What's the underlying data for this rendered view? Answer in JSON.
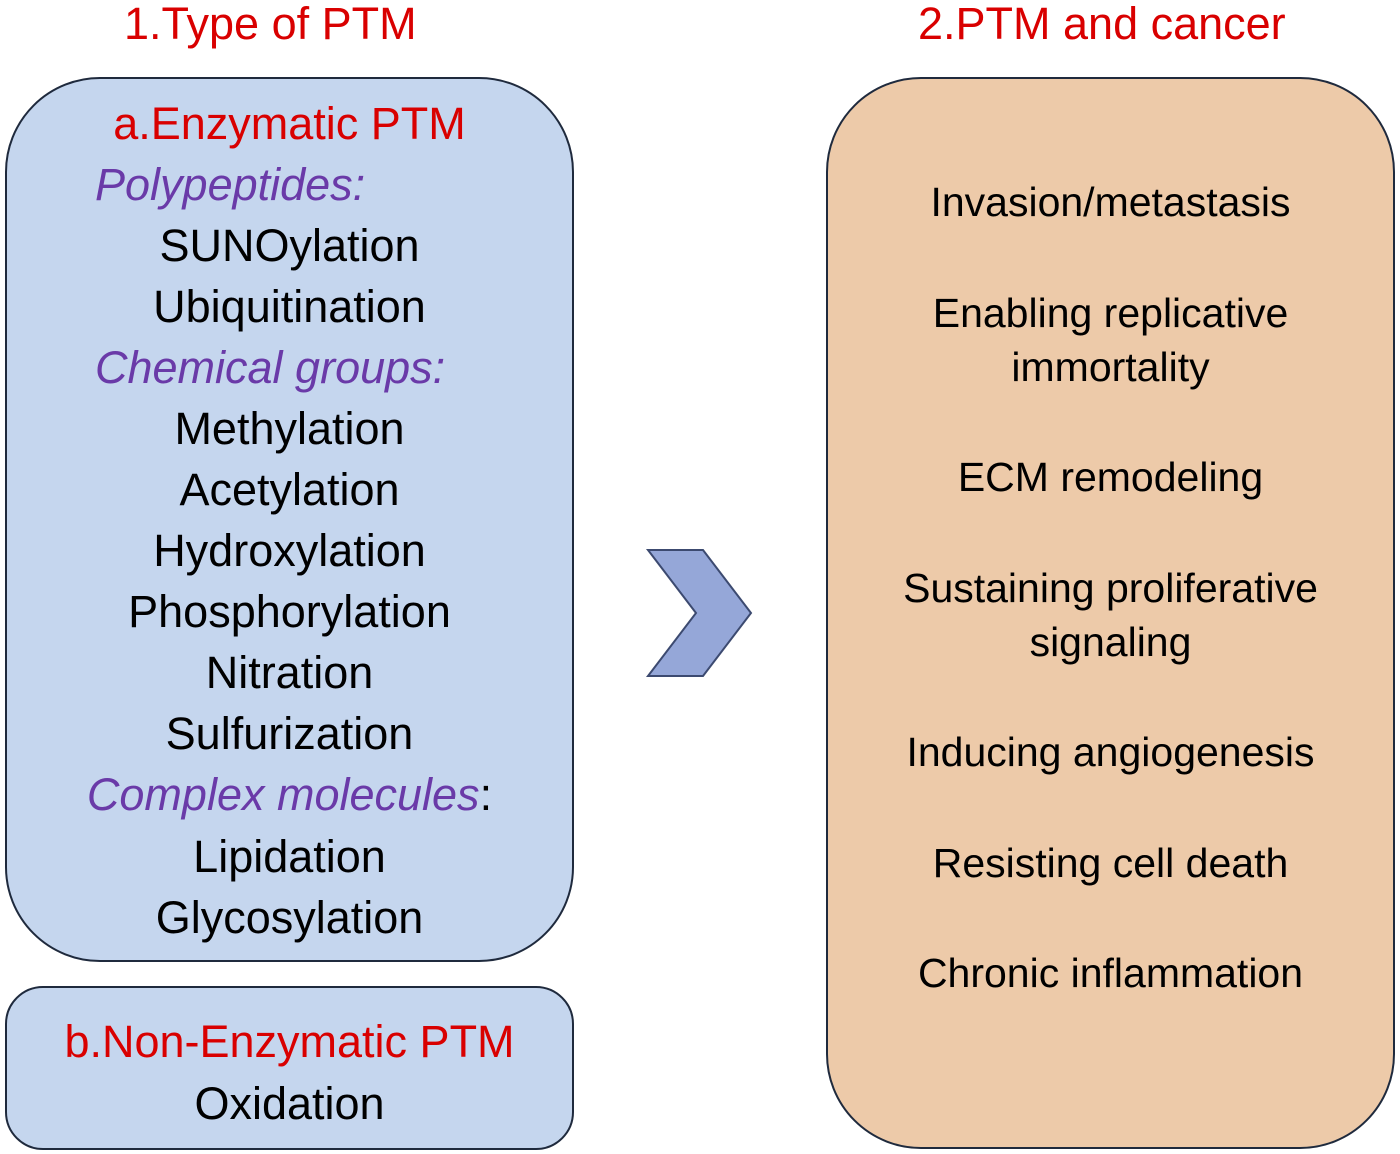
{
  "headings": {
    "left": "1.Type of PTM",
    "right": "2.PTM and cancer"
  },
  "enzymatic": {
    "title": "a.Enzymatic PTM",
    "groups": [
      {
        "label": "Polypeptides:",
        "items": [
          "SUNOylation",
          "Ubiquitination"
        ]
      },
      {
        "label": "Chemical groups:",
        "items": [
          "Methylation",
          "Acetylation",
          "Hydroxylation",
          "Phosphorylation",
          "Nitration",
          "Sulfurization"
        ]
      },
      {
        "label": "Complex molecules",
        "label_suffix": ":",
        "items": [
          "Lipidation",
          "Glycosylation"
        ]
      }
    ]
  },
  "non_enzymatic": {
    "title": "b.Non-Enzymatic PTM",
    "items": [
      "Oxidation"
    ]
  },
  "cancer": {
    "items": [
      "Invasion/metastasis",
      "Enabling replicative immortality",
      "ECM remodeling",
      "Sustaining proliferative signaling",
      "Inducing angiogenesis",
      "Resisting cell death",
      "Chronic inflammation"
    ]
  },
  "colors": {
    "heading_red": "#d90000",
    "group_purple": "#6a3aa8",
    "left_box_fill": "#c5d6ee",
    "right_box_fill": "#edcaa9",
    "arrow_fill": "#95a7d8"
  },
  "icons": {
    "arrow": "chevron-right-icon"
  }
}
